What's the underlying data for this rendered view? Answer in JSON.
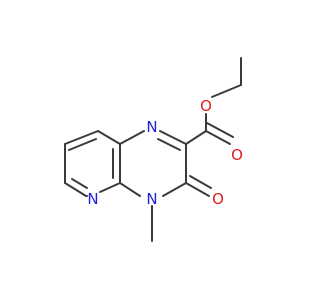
{
  "molecule": {
    "atoms": [
      {
        "id": "n1",
        "label": "N",
        "color": "#1f1fe0"
      },
      {
        "id": "n4",
        "label": "N",
        "color": "#1f1fe0"
      },
      {
        "id": "n5",
        "label": "N",
        "color": "#1f1fe0"
      },
      {
        "id": "o_carbonyl",
        "label": "O",
        "color": "#e01f1f"
      },
      {
        "id": "o_ester_single",
        "label": "O",
        "color": "#e01f1f"
      },
      {
        "id": "o_ester_double",
        "label": "O",
        "color": "#e01f1f"
      }
    ],
    "bond_color": "#3a3a3a"
  }
}
